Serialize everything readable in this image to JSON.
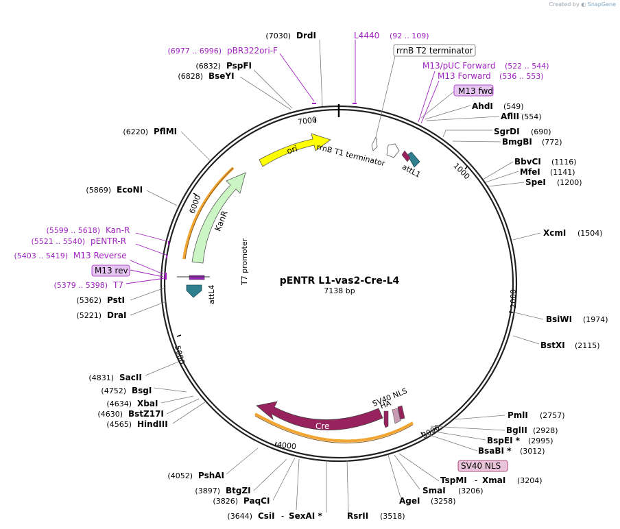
{
  "header": {
    "credit_prefix": "Created by",
    "credit_brand": "SnapGene"
  },
  "plasmid": {
    "name": "pENTR L1-vas2-Cre-L4",
    "length": "7138 bp"
  },
  "ticks": [
    "7000",
    "1000",
    "2000",
    "3000",
    "4000",
    "5000",
    "6000"
  ],
  "features": {
    "ori": "ori",
    "kanr": "KanR",
    "cre": "Cre",
    "rrnb_t1": "rrnB T1 terminator",
    "attl1": "attL1",
    "attl4": "attL4",
    "t7_promoter": "T7 promoter",
    "ha": "HA",
    "sv40_nls": "SV40 NLS"
  },
  "boxed": {
    "rrnb_t2": "rrnB T2 terminator",
    "m13_fwd": "M13 fwd",
    "m13_rev": "M13 rev",
    "sv40_nls": "SV40 NLS"
  },
  "sites": [
    {
      "name": "DrdI",
      "pos": "(7030)"
    },
    {
      "name": "PspFI",
      "pos": "(6832)"
    },
    {
      "name": "BseYI",
      "pos": "(6828)"
    },
    {
      "name": "PflMI",
      "pos": "(6220)"
    },
    {
      "name": "EcoNI",
      "pos": "(5869)"
    },
    {
      "name": "PstI",
      "pos": "(5362)"
    },
    {
      "name": "DraI",
      "pos": "(5221)"
    },
    {
      "name": "SacII",
      "pos": "(4831)"
    },
    {
      "name": "BsgI",
      "pos": "(4752)"
    },
    {
      "name": "XbaI",
      "pos": "(4634)"
    },
    {
      "name": "BstZ17I",
      "pos": "(4630)"
    },
    {
      "name": "HindIII",
      "pos": "(4565)"
    },
    {
      "name": "PshAI",
      "pos": "(4052)"
    },
    {
      "name": "BtgZI",
      "pos": "(3897)"
    },
    {
      "name": "PaqCI",
      "pos": "(3826)"
    },
    {
      "name": "CsiI",
      "pos": "(3644)",
      "alt": "SexAI *"
    },
    {
      "name": "RsrII",
      "pos": "(3518)"
    },
    {
      "name": "AgeI",
      "pos": "(3258)"
    },
    {
      "name": "SmaI",
      "pos": "(3206)"
    },
    {
      "name": "TspMI",
      "pos": "(3204)",
      "alt": "XmaI"
    },
    {
      "name": "BsaBI *",
      "pos": "(3012)"
    },
    {
      "name": "BspEI *",
      "pos": "(2995)"
    },
    {
      "name": "BglII",
      "pos": "(2928)"
    },
    {
      "name": "PmlI",
      "pos": "(2757)"
    },
    {
      "name": "BstXI",
      "pos": "(2115)"
    },
    {
      "name": "BsiWI",
      "pos": "(1974)"
    },
    {
      "name": "XcmI",
      "pos": "(1504)"
    },
    {
      "name": "SpeI",
      "pos": "(1200)"
    },
    {
      "name": "MfeI",
      "pos": "(1141)"
    },
    {
      "name": "BbvCI",
      "pos": "(1116)"
    },
    {
      "name": "BmgBI",
      "pos": "(772)"
    },
    {
      "name": "SgrDI",
      "pos": "(690)"
    },
    {
      "name": "AflII",
      "pos": "(554)"
    },
    {
      "name": "AhdI",
      "pos": "(549)"
    }
  ],
  "primers": [
    {
      "name": "L4440",
      "range": "(92 .. 109)"
    },
    {
      "name": "pBR322ori-F",
      "range": "(6977 .. 6996)"
    },
    {
      "name": "M13/pUC Forward",
      "range": "(522 .. 544)"
    },
    {
      "name": "M13 Forward",
      "range": "(536 .. 553)"
    },
    {
      "name": "Kan-R",
      "range": "(5599 .. 5618)"
    },
    {
      "name": "pENTR-R",
      "range": "(5521 .. 5540)"
    },
    {
      "name": "M13 Reverse",
      "range": "(5403 .. 5419)"
    },
    {
      "name": "T7",
      "range": "(5379 .. 5398)"
    }
  ],
  "colors": {
    "ori": "#ffff00",
    "kanr": "#ccf5c4",
    "cre": "#97225e",
    "att": "#2f7f8e",
    "primer": "#a020c0",
    "orf": "#f3a531",
    "sv40_box": "#e8c3d9",
    "m13_box": "#e6c5f3"
  }
}
